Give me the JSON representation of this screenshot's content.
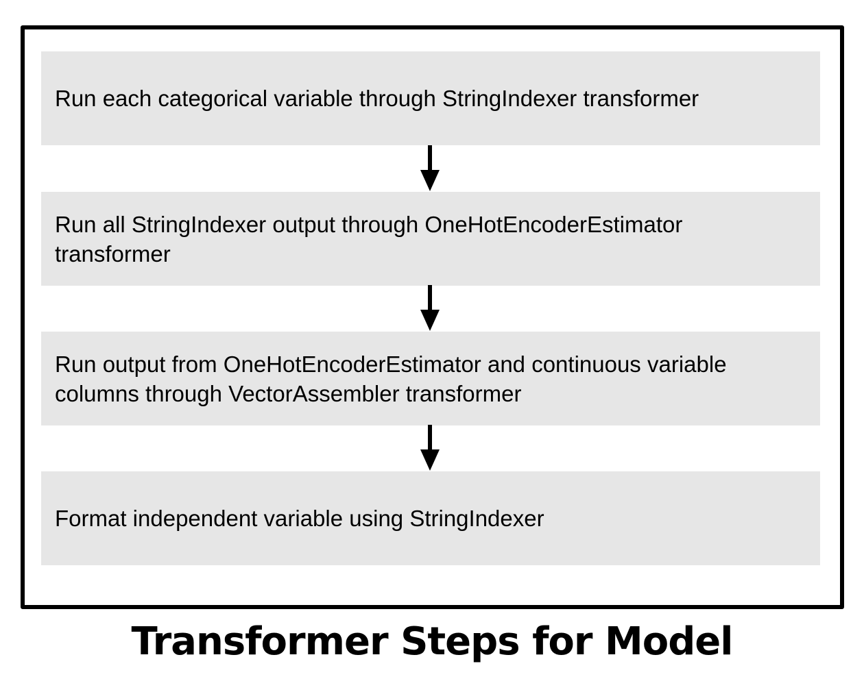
{
  "diagram": {
    "steps": [
      {
        "text": "Run each categorical variable through StringIndexer transformer"
      },
      {
        "text": "Run all StringIndexer output through OneHotEncoderEstimator transformer"
      },
      {
        "text": "Run output from OneHotEncoderEstimator and continuous variable columns through VectorAssembler transformer"
      },
      {
        "text": "Format independent variable using StringIndexer"
      }
    ],
    "caption": "Transformer Steps for Model",
    "colors": {
      "step_fill": "#e6e6e6",
      "border": "#000000",
      "arrow": "#000000",
      "text": "#000000"
    }
  }
}
